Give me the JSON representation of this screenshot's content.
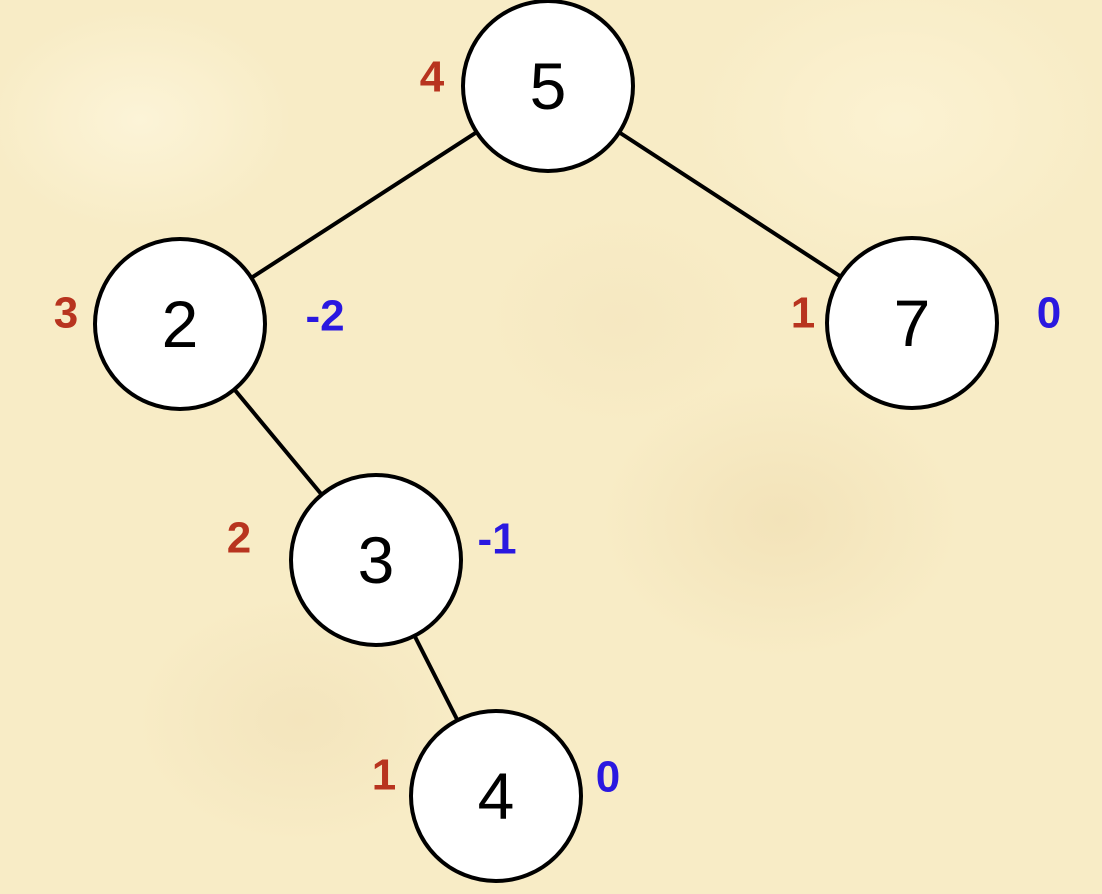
{
  "colors": {
    "height": "#b8341f",
    "balance": "#2a18e0",
    "node_fill": "#ffffff",
    "edge": "#000000"
  },
  "tree": {
    "nodes": [
      {
        "id": "n5",
        "key": "5",
        "height": "4",
        "balance": null
      },
      {
        "id": "n2",
        "key": "2",
        "height": "3",
        "balance": "-2"
      },
      {
        "id": "n7",
        "key": "7",
        "height": "1",
        "balance": "0"
      },
      {
        "id": "n3",
        "key": "3",
        "height": "2",
        "balance": "-1"
      },
      {
        "id": "n4",
        "key": "4",
        "height": "1",
        "balance": "0"
      }
    ],
    "edges": [
      {
        "from": "n5",
        "to": "n2"
      },
      {
        "from": "n5",
        "to": "n7"
      },
      {
        "from": "n2",
        "to": "n3"
      },
      {
        "from": "n3",
        "to": "n4"
      }
    ]
  }
}
